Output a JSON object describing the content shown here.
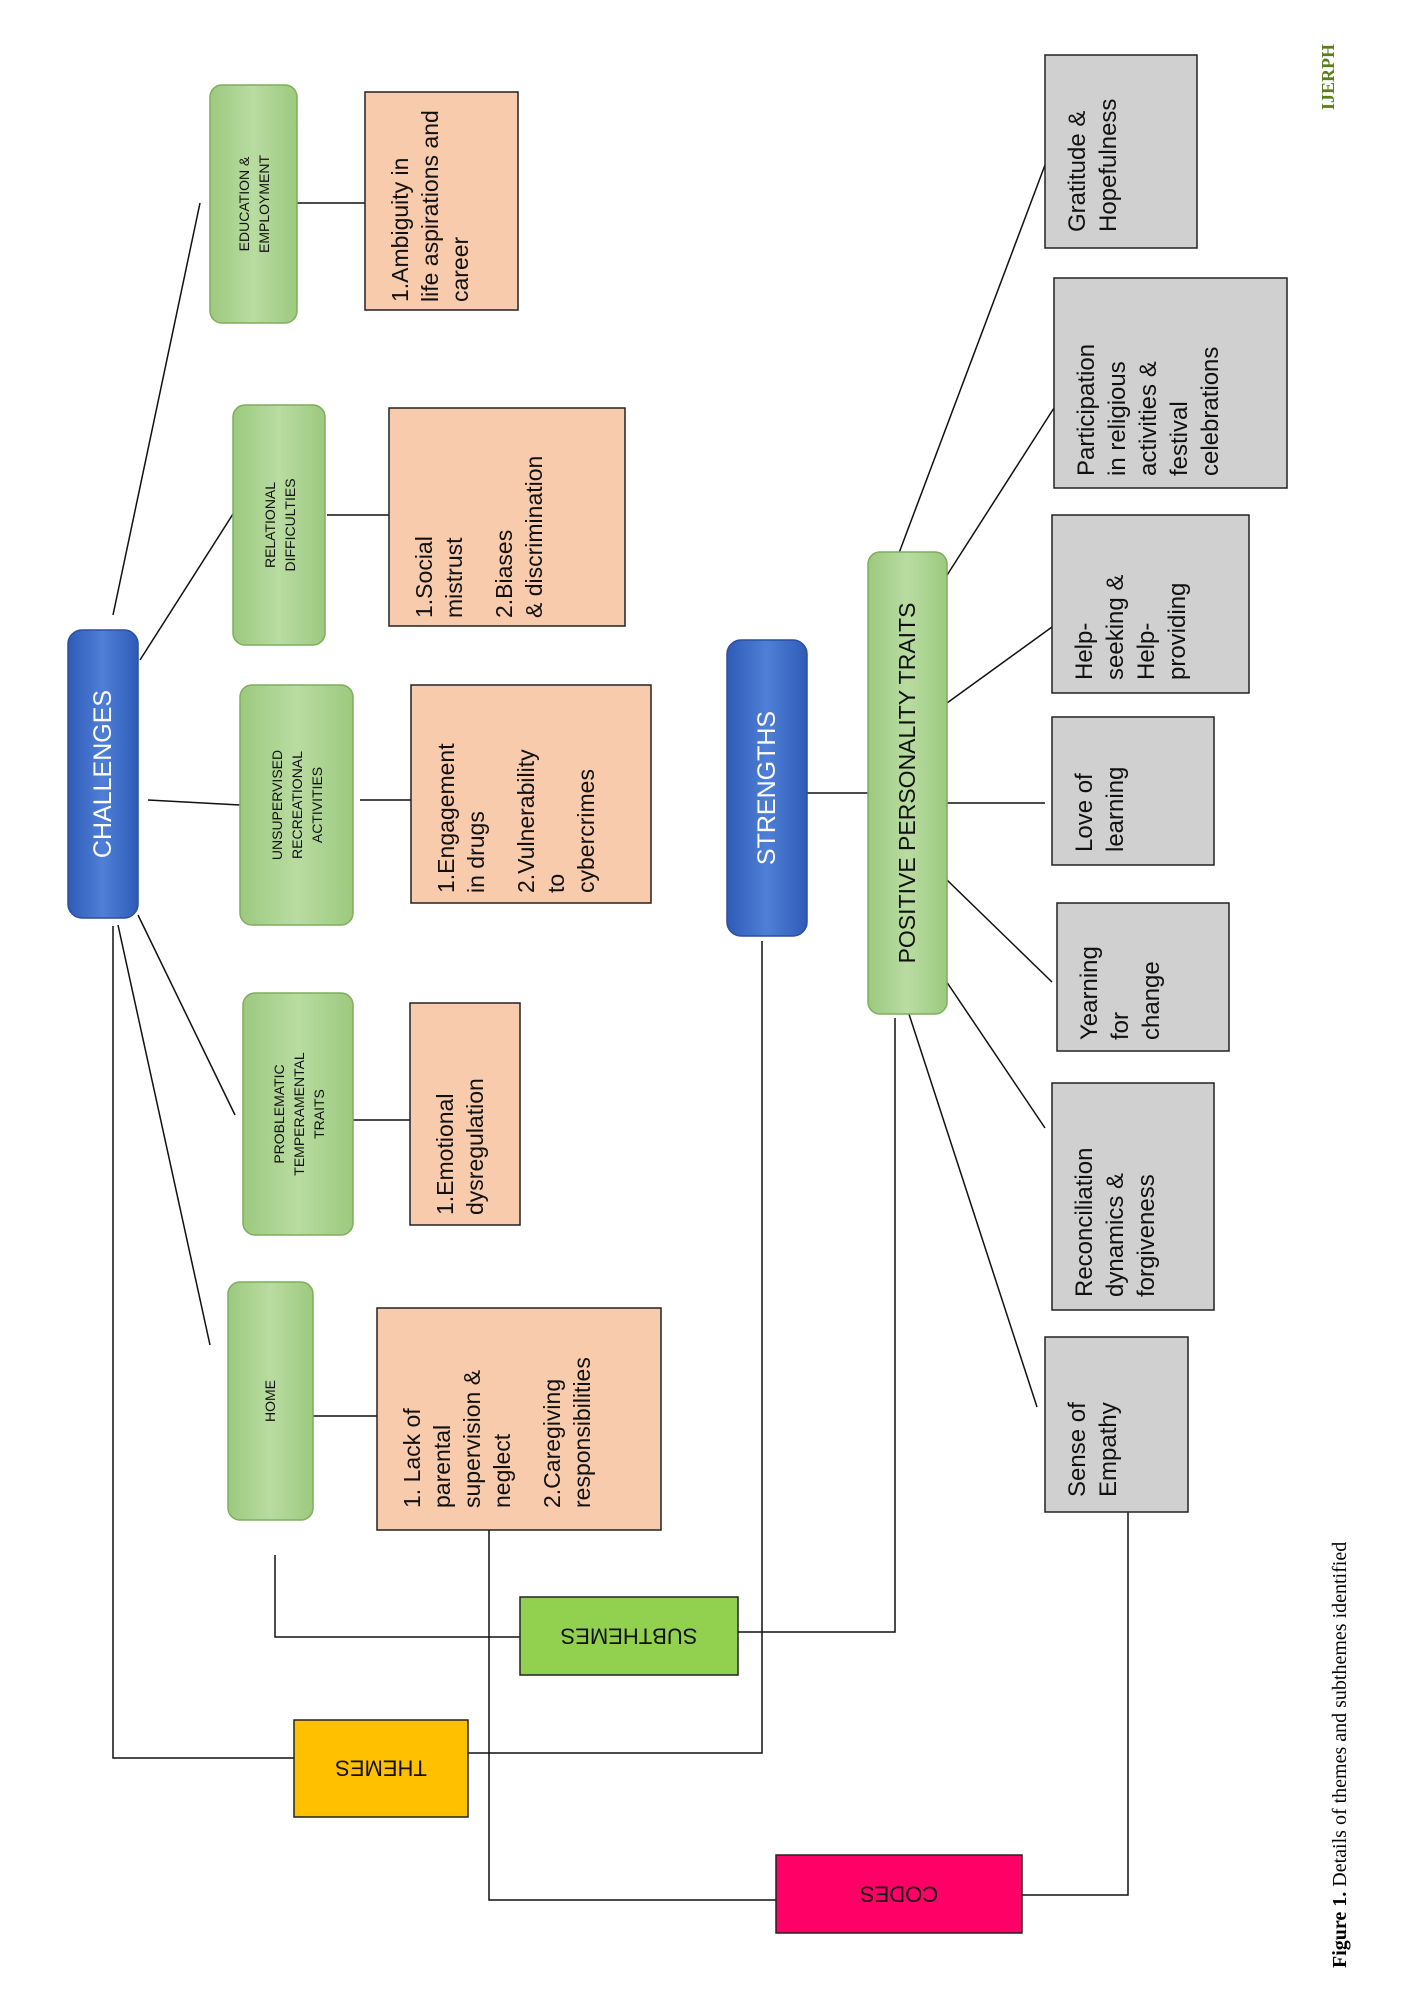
{
  "themes_legend": "THEMES",
  "subthemes_legend": "SUBTHEMES",
  "codes_legend": "CODES",
  "challenges": {
    "label": "CHALLENGES",
    "subthemes": [
      {
        "label": "EDUCATION & EMPLOYMENT",
        "codes": [
          "1.Ambiguity in life aspirations and career"
        ]
      },
      {
        "label": "RELATIONAL DIFFICULTIES",
        "codes": [
          "1.Social mistrust",
          "2.Biases & discrimination"
        ]
      },
      {
        "label": "UNSUPERVISED RECREATIONAL ACTIVITIES",
        "codes": [
          "1.Engagement in drugs",
          "2.Vulnerability to cybercrimes"
        ]
      },
      {
        "label": "PROBLEMATIC TEMPERAMENTAL TRAITS",
        "codes": [
          "1.Emotional dysregulation"
        ]
      },
      {
        "label": "HOME",
        "codes": [
          "1. Lack of parental supervision & neglect",
          "2.Caregiving responsibilities"
        ]
      }
    ]
  },
  "strengths": {
    "label": "STRENGTHS",
    "subtheme": "POSITIVE PERSONALITY TRAITS",
    "codes": [
      "Gratitude & Hopefulness",
      "Participation in religious activities & festival celebrations",
      "Help-seeking & Help-providing",
      "Love of learning",
      "Yearning for change",
      "Reconciliation dynamics & forgiveness",
      "Sense of Empathy"
    ]
  },
  "caption": {
    "label": "Figure 1.",
    "text": "Details of themes and subthemes identified"
  },
  "logo": "IJERPH",
  "colors": {
    "theme": "#3a68c6",
    "subtheme": "#a9d08e",
    "challenge_code": "#f8cbad",
    "strength_code": "#d0d0d0",
    "themes_legend": "#ffc000",
    "subthemes_legend": "#92d050",
    "codes_legend": "#ff0066"
  }
}
